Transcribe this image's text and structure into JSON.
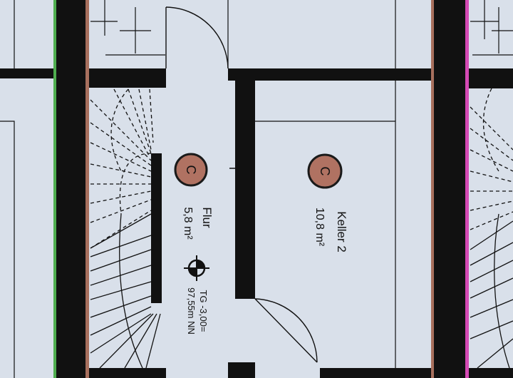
{
  "colors": {
    "paper": "#d9e0ea",
    "wall": "#111111",
    "badge_fill": "#b07262",
    "badge_stroke": "#1a1a1a",
    "line_green": "#4fae4f",
    "line_magenta": "#d44ab4",
    "line_brown": "#a8705e"
  },
  "rooms": {
    "flur": {
      "badge": "C",
      "name": "Flur",
      "area": "5,8 m²"
    },
    "keller2": {
      "badge": "C",
      "name": "Keller 2",
      "area": "10,8 m²"
    }
  },
  "level_marker": {
    "icon": "elevation-marker-icon",
    "line1": "TG -3,00=",
    "line2": "97,55m NN"
  }
}
